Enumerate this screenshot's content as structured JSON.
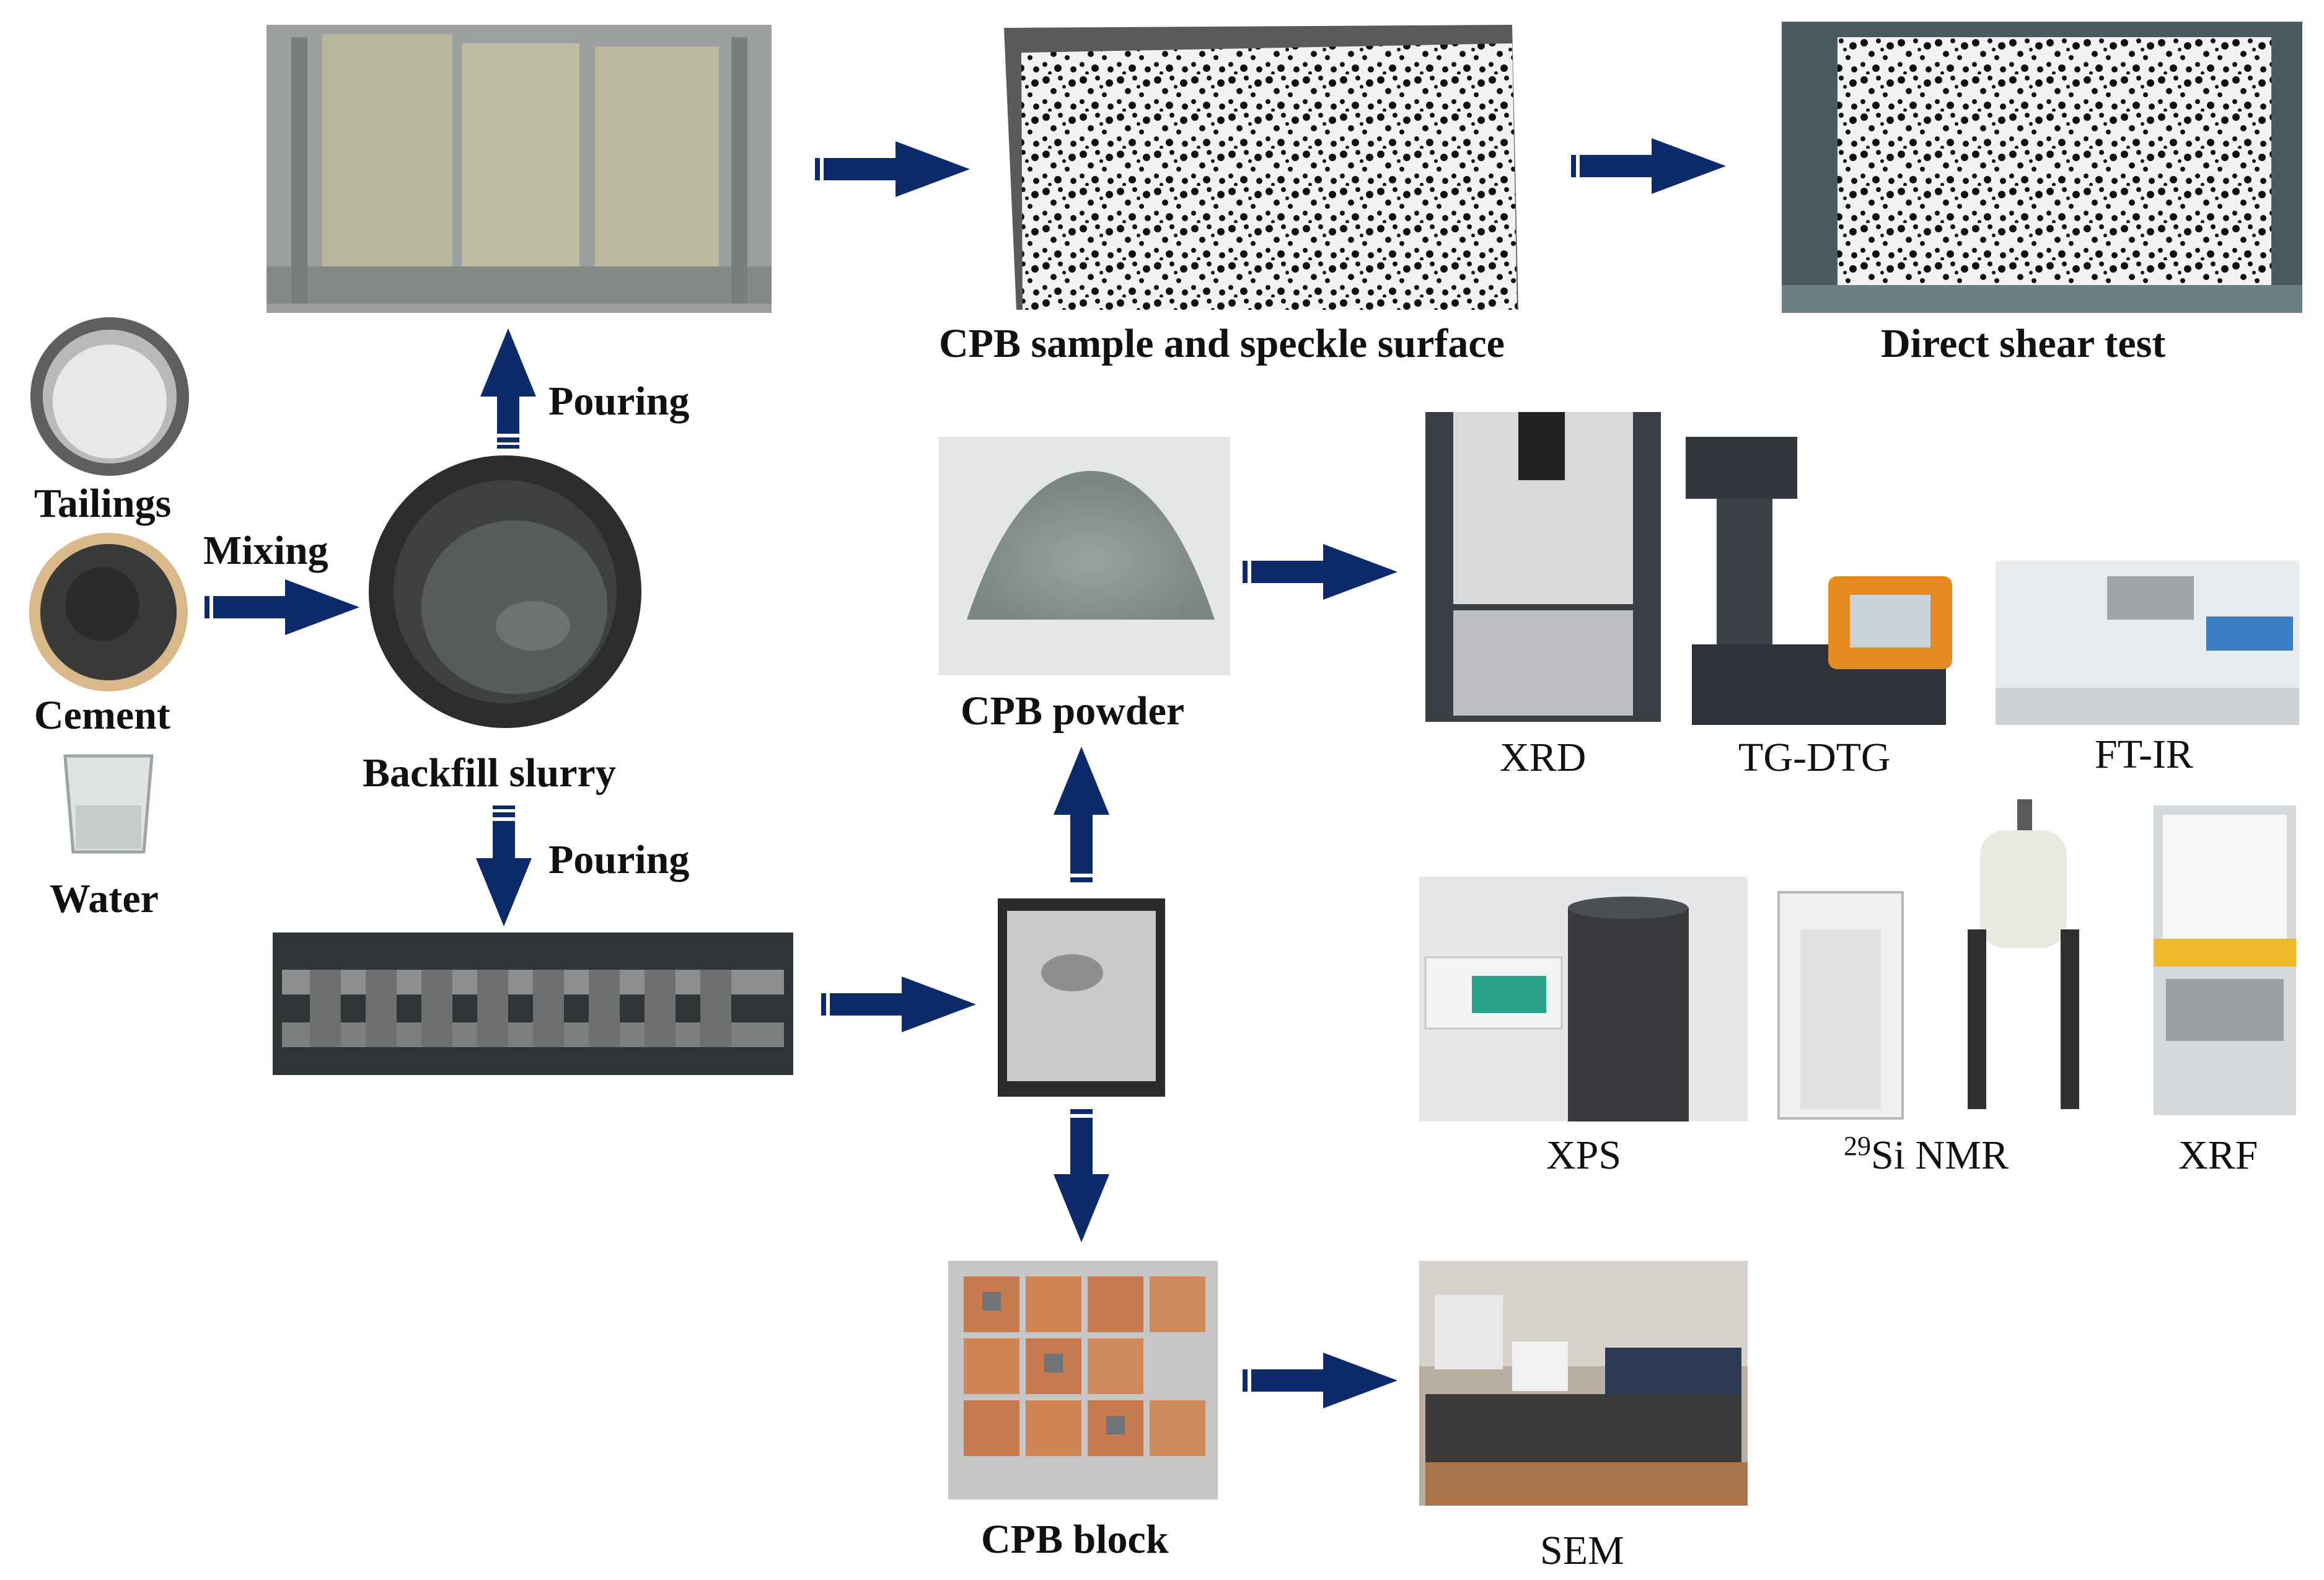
{
  "labels": {
    "tailings": "Tailings",
    "cement": "Cement",
    "water": "Water",
    "mixing": "Mixing",
    "backfill_slurry": "Backfill slurry",
    "pouring_up": "Pouring",
    "pouring_down": "Pouring",
    "cpb_sample": "CPB sample and speckle surface",
    "direct_shear": "Direct shear test",
    "cpb_powder": "CPB powder",
    "cpb_block": "CPB block",
    "xrd": "XRD",
    "tg_dtg": "TG-DTG",
    "ftir": "FT-IR",
    "xps": "XPS",
    "nmr_sup": "29",
    "nmr_text": "Si NMR",
    "xrf": "XRF",
    "sem": "SEM"
  },
  "colors": {
    "arrow": "#0d2a6b"
  }
}
